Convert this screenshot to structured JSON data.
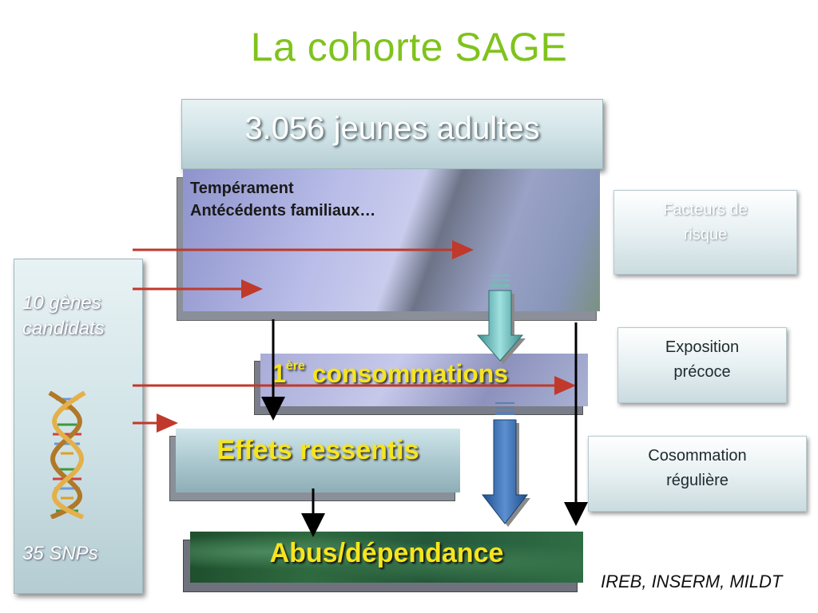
{
  "title": "La cohorte SAGE",
  "top_box": "3.056 jeunes adultes",
  "big_box": {
    "line1": "Tempérament",
    "line2": "Antécédents familiaux…"
  },
  "side_boxes": {
    "risk": {
      "line1": "Facteurs de",
      "line2": "risque"
    },
    "exposure": {
      "line1": "Exposition",
      "line2": "précoce"
    },
    "regular": {
      "line1": "Cosommation",
      "line2": "régulière"
    }
  },
  "genes_panel": {
    "line1": "10 gènes",
    "line2": "candidats",
    "snps": "35 SNPs"
  },
  "consumption": {
    "number": "1",
    "sup": "ère",
    "label": "consommations"
  },
  "effects": "Effets ressentis",
  "abuse": "Abus/dépendance",
  "credit": "IREB, INSERM, MILDT",
  "colors": {
    "title": "#7fc31c",
    "box_text": "#f6e51e",
    "red_arrow": "#c0392b"
  }
}
